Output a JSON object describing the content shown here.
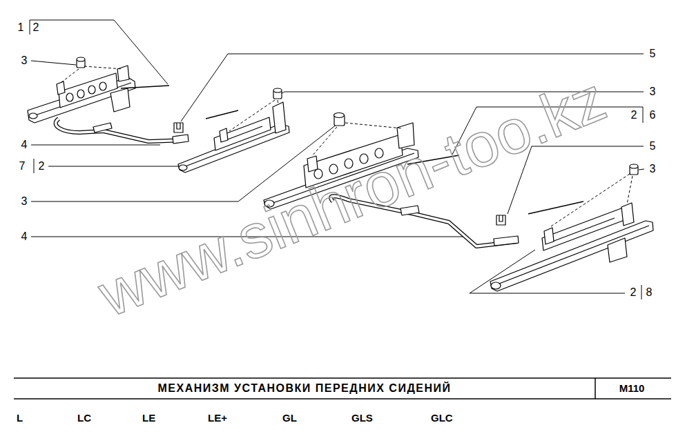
{
  "diagram": {
    "title": "МЕХАНИЗМ УСТАНОВКИ ПЕРЕДНИХ СИДЕНИЙ",
    "labels": [
      "1",
      "2",
      "3",
      "5",
      "3",
      "2",
      "6",
      "4",
      "5",
      "7",
      "2",
      "3",
      "3",
      "4",
      "2",
      "8",
      "www.sinhron-too.kz",
      "M110",
      "L",
      "LC",
      "LE",
      "LE+",
      "GL",
      "GLS",
      "GLC"
    ]
  }
}
